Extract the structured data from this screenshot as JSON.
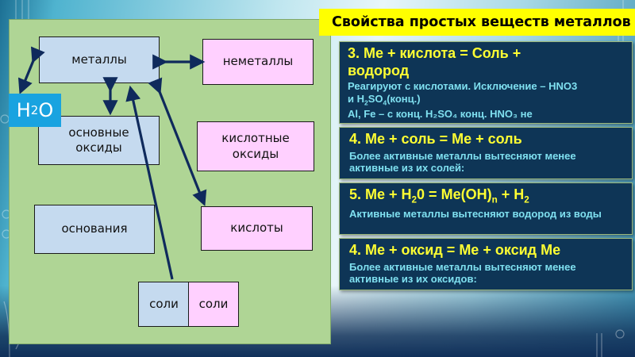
{
  "slide": {
    "title": "Свойства простых веществ металлов",
    "accent_yellow": "#ffff00",
    "card_bg": "#0e3556"
  },
  "diagram": {
    "h2o_main": "H",
    "h2o_sub": "2",
    "h2o_end": "O",
    "nodes": {
      "metals": "металлы",
      "nonmetals": "неметаллы",
      "basic_oxides_1": "основные",
      "basic_oxides_2": "оксиды",
      "acid_oxides_1": "кислотные",
      "acid_oxides_2": "оксиды",
      "bases": "основания",
      "acids": "кислоты",
      "salts_left": "соли",
      "salts_right": "соли"
    }
  },
  "cards": {
    "acid": {
      "head_1": "3. Ме + кислота = Соль +",
      "head_2": "водород",
      "body_1": "Реагируют с кислотами. Исключение – HNO3",
      "body_2a": "и H",
      "body_2sub1": "2",
      "body_2b": "SO",
      "body_2sub2": "4",
      "body_2c": "(конц.)",
      "clipped_line": "Al, Fe – с конц. H₂SO₄ конц. HNO₃ не"
    },
    "salt": {
      "head": "4. Ме + соль = Ме + соль",
      "body": "Более активные металлы вытесняют менее активные из их солей:"
    },
    "water": {
      "head_a": "5. Ме + H",
      "head_sub1": "2",
      "head_b": "0 = Ме(ОН)",
      "head_sub2": "n",
      "head_c": " + H",
      "head_sub3": "2",
      "body": "Активные металлы вытесняют водород из воды"
    },
    "oxide": {
      "head": "4. Ме + оксид = Ме + оксид Ме",
      "body": "Более активные металлы вытесняют менее активные из их оксидов:"
    }
  }
}
